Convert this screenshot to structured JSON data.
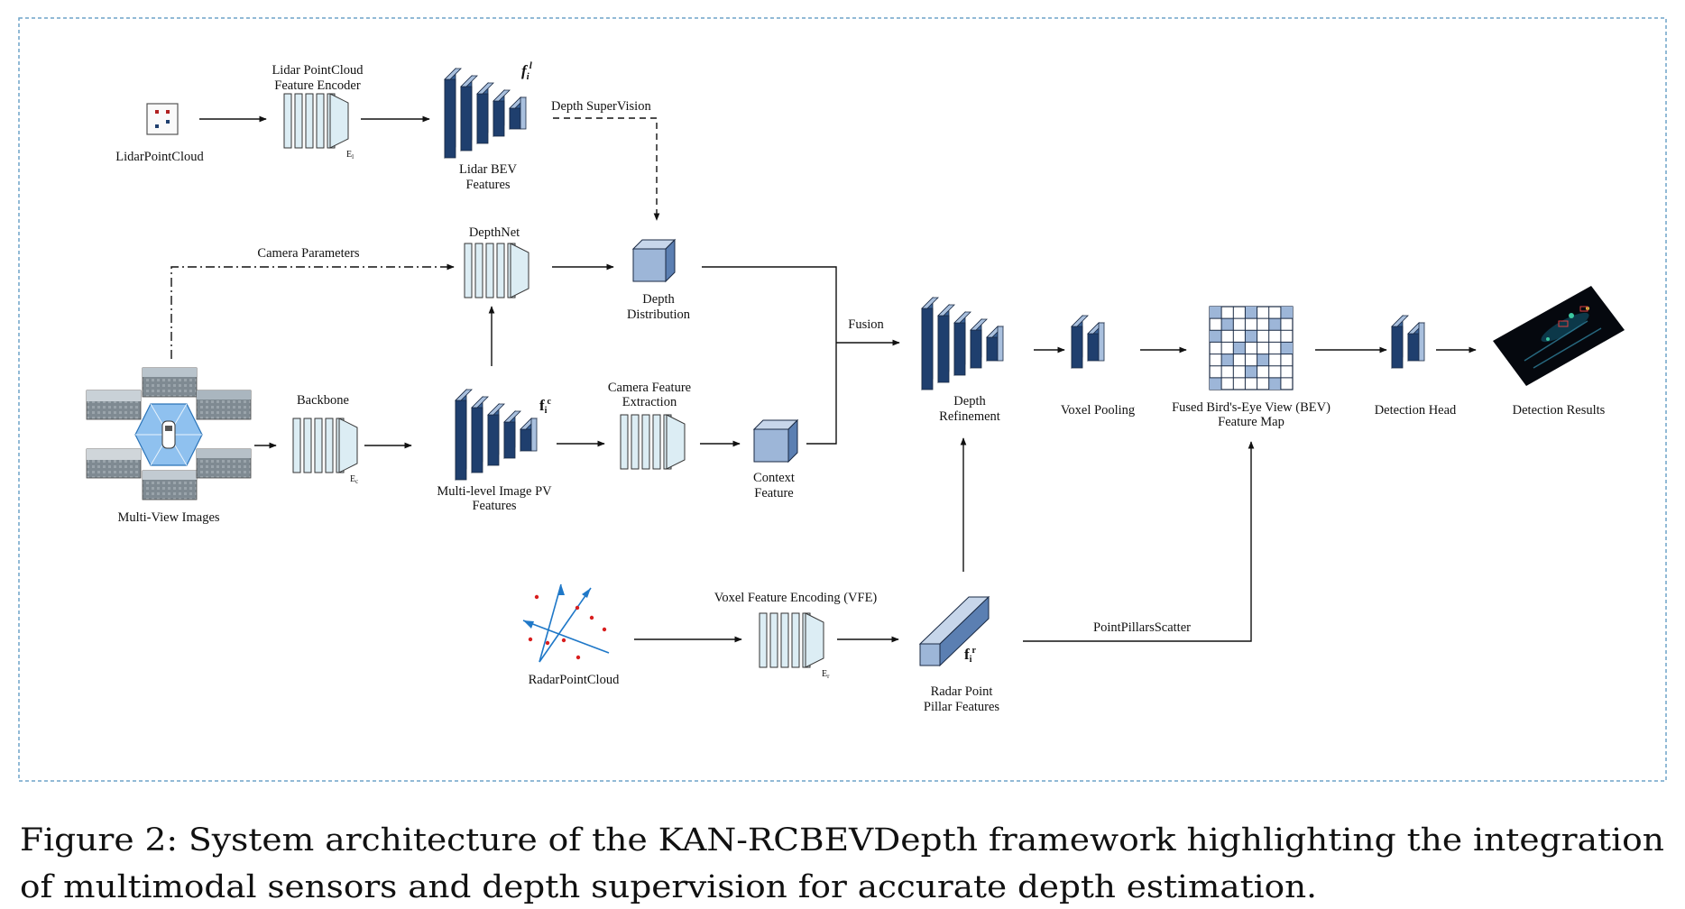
{
  "diagram": {
    "nodes": {
      "lidar_pointcloud": "LidarPointCloud",
      "lidar_encoder": [
        "Lidar PointCloud",
        "Feature Encoder"
      ],
      "lidar_encoder_sub": "E",
      "lidar_encoder_sub_idx": "l",
      "lidar_bev": [
        "Lidar BEV",
        "Features"
      ],
      "lidar_bev_sym": "f",
      "lidar_bev_sym_sub": "i",
      "lidar_bev_sym_sup": "l",
      "depth_supervision": "Depth SuperVision",
      "depthnet": "DepthNet",
      "camera_parameters": "Camera Parameters",
      "depth_distribution": [
        "Depth",
        "Distribution"
      ],
      "fusion": "Fusion",
      "multi_view_images": "Multi-View Images",
      "backbone": "Backbone",
      "backbone_sub": "E",
      "backbone_sub_idx": "c",
      "image_pv": [
        "Multi-level Image PV",
        "Features"
      ],
      "image_pv_sym": "f",
      "image_pv_sym_sub": "i",
      "image_pv_sym_sup": "c",
      "camera_feature_extraction": [
        "Camera Feature",
        "Extraction"
      ],
      "context_feature": [
        "Context",
        "Feature"
      ],
      "depth_refinement": [
        "Depth",
        "Refinement"
      ],
      "voxel_pooling": "Voxel Pooling",
      "fused_bev": [
        "Fused Bird's-Eye View (BEV)",
        "Feature Map"
      ],
      "detection_head": "Detection Head",
      "detection_results": "Detection Results",
      "radar_pointcloud": "RadarPointCloud",
      "vfe": "Voxel Feature Encoding (VFE)",
      "vfe_sub": "E",
      "vfe_sub_idx": "r",
      "radar_pillar": [
        "Radar Point",
        "Pillar Features"
      ],
      "radar_pillar_sym": "f",
      "radar_pillar_sym_sub": "i",
      "radar_pillar_sym_sup": "r",
      "pointpillars_scatter": "PointPillarsScatter"
    }
  },
  "caption": {
    "line1": "Figure 2: System architecture of the KAN-RCBEVDepth framework highlighting the integration",
    "line2": "of multimodal sensors and depth supervision for accurate depth estimation."
  },
  "colors": {
    "frame": "#6ea4c9",
    "encoder_fill": "#dcedf4",
    "feature_dark": "#1f3f6e",
    "feature_mid": "#3a6399",
    "feature_light": "#a9c0de",
    "cube_fill": "#9db6d8",
    "radar_axis": "#1f78c8",
    "radar_dot": "#d81e1e"
  }
}
